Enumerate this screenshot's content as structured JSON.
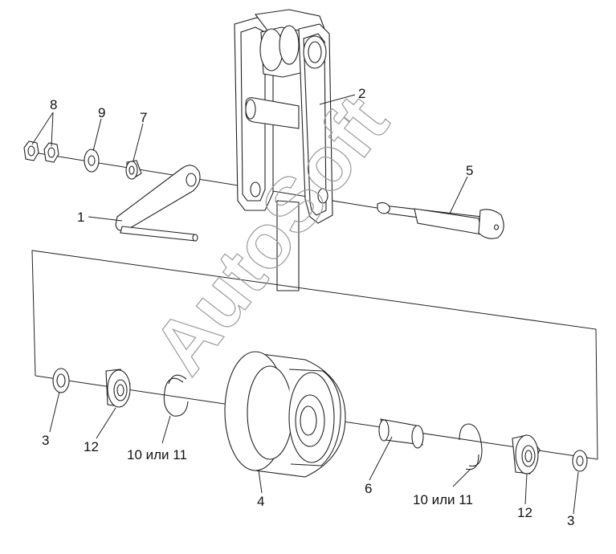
{
  "diagram": {
    "labels": [
      {
        "id": "l1",
        "text": "1"
      },
      {
        "id": "l2",
        "text": "2"
      },
      {
        "id": "l3a",
        "text": "3"
      },
      {
        "id": "l3b",
        "text": "3"
      },
      {
        "id": "l4",
        "text": "4"
      },
      {
        "id": "l5",
        "text": "5"
      },
      {
        "id": "l6",
        "text": "6"
      },
      {
        "id": "l7",
        "text": "7"
      },
      {
        "id": "l8",
        "text": "8"
      },
      {
        "id": "l9",
        "text": "9"
      },
      {
        "id": "l10a",
        "text": "10 или 11"
      },
      {
        "id": "l10b",
        "text": "10 или 11"
      },
      {
        "id": "l12a",
        "text": "12"
      },
      {
        "id": "l12b",
        "text": "12"
      }
    ],
    "watermark": "AutoSoft"
  }
}
